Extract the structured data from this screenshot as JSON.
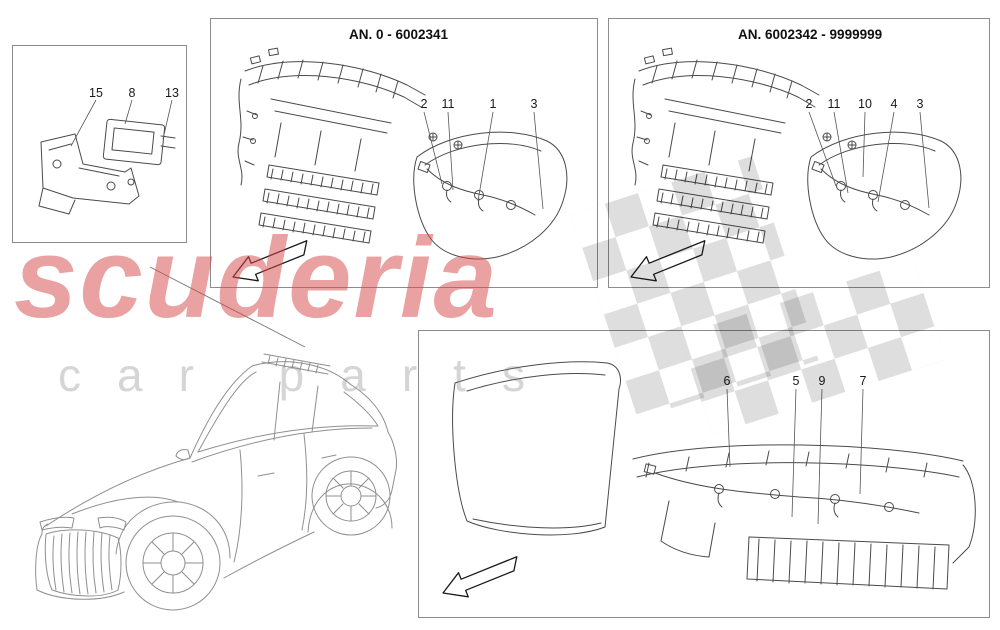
{
  "watermark": {
    "brand": "scuderia",
    "subtitle": "car parts"
  },
  "panels": {
    "bracket": {
      "callouts": [
        "15",
        "8",
        "13"
      ]
    },
    "front_bumper_a": {
      "title": "AN. 0 - 6002341",
      "callouts": [
        "2",
        "11",
        "1",
        "3"
      ]
    },
    "front_bumper_b": {
      "title": "AN. 6002342 - 9999999",
      "callouts": [
        "2",
        "11",
        "10",
        "4",
        "3"
      ]
    },
    "rear_bumper": {
      "callouts": [
        "6",
        "5",
        "9",
        "7"
      ]
    }
  }
}
